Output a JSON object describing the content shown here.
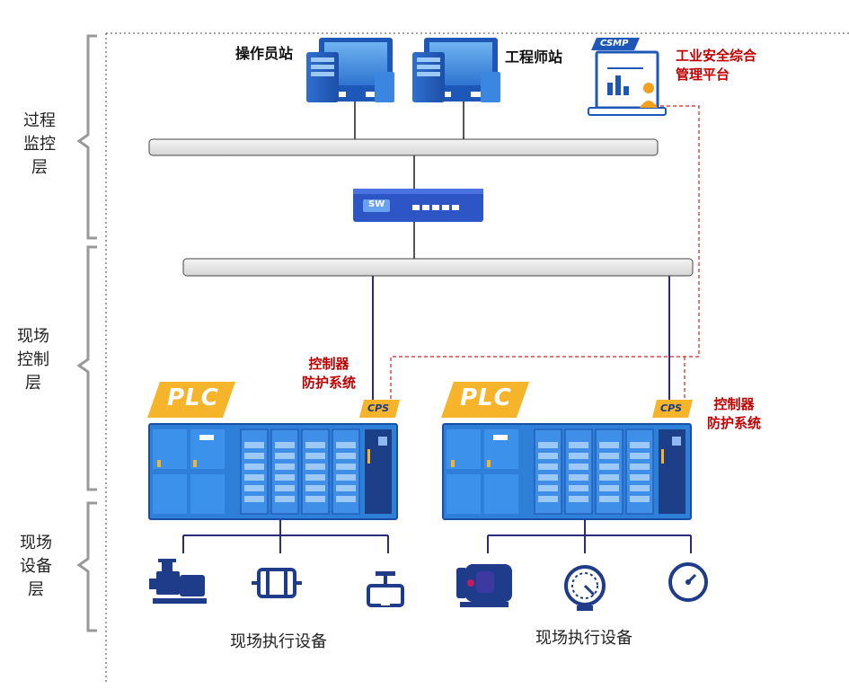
{
  "layers": {
    "supervisory": "过程\n监控\n层",
    "control": "现场\n控制\n层",
    "field": "现场\n设备\n层"
  },
  "stations": {
    "operator": "操作员站",
    "engineer": "工程师站"
  },
  "csmp": {
    "badge": "CSMP",
    "label": "工业安全综合\n管理平台"
  },
  "switch": {
    "badge": "SW"
  },
  "plc": {
    "badge": "PLC",
    "cps_badge": "CPS",
    "protection_label": "控制器\n防护系统"
  },
  "field_devices": {
    "left_label": "现场执行设备",
    "right_label": "现场执行设备"
  },
  "colors": {
    "plc_blue": "#2e7fd8",
    "plc_yellow": "#f5b42a",
    "line_navy": "#2b2b7a",
    "red_dashed": "#d02020",
    "icon_navy": "#1f3c8a"
  }
}
